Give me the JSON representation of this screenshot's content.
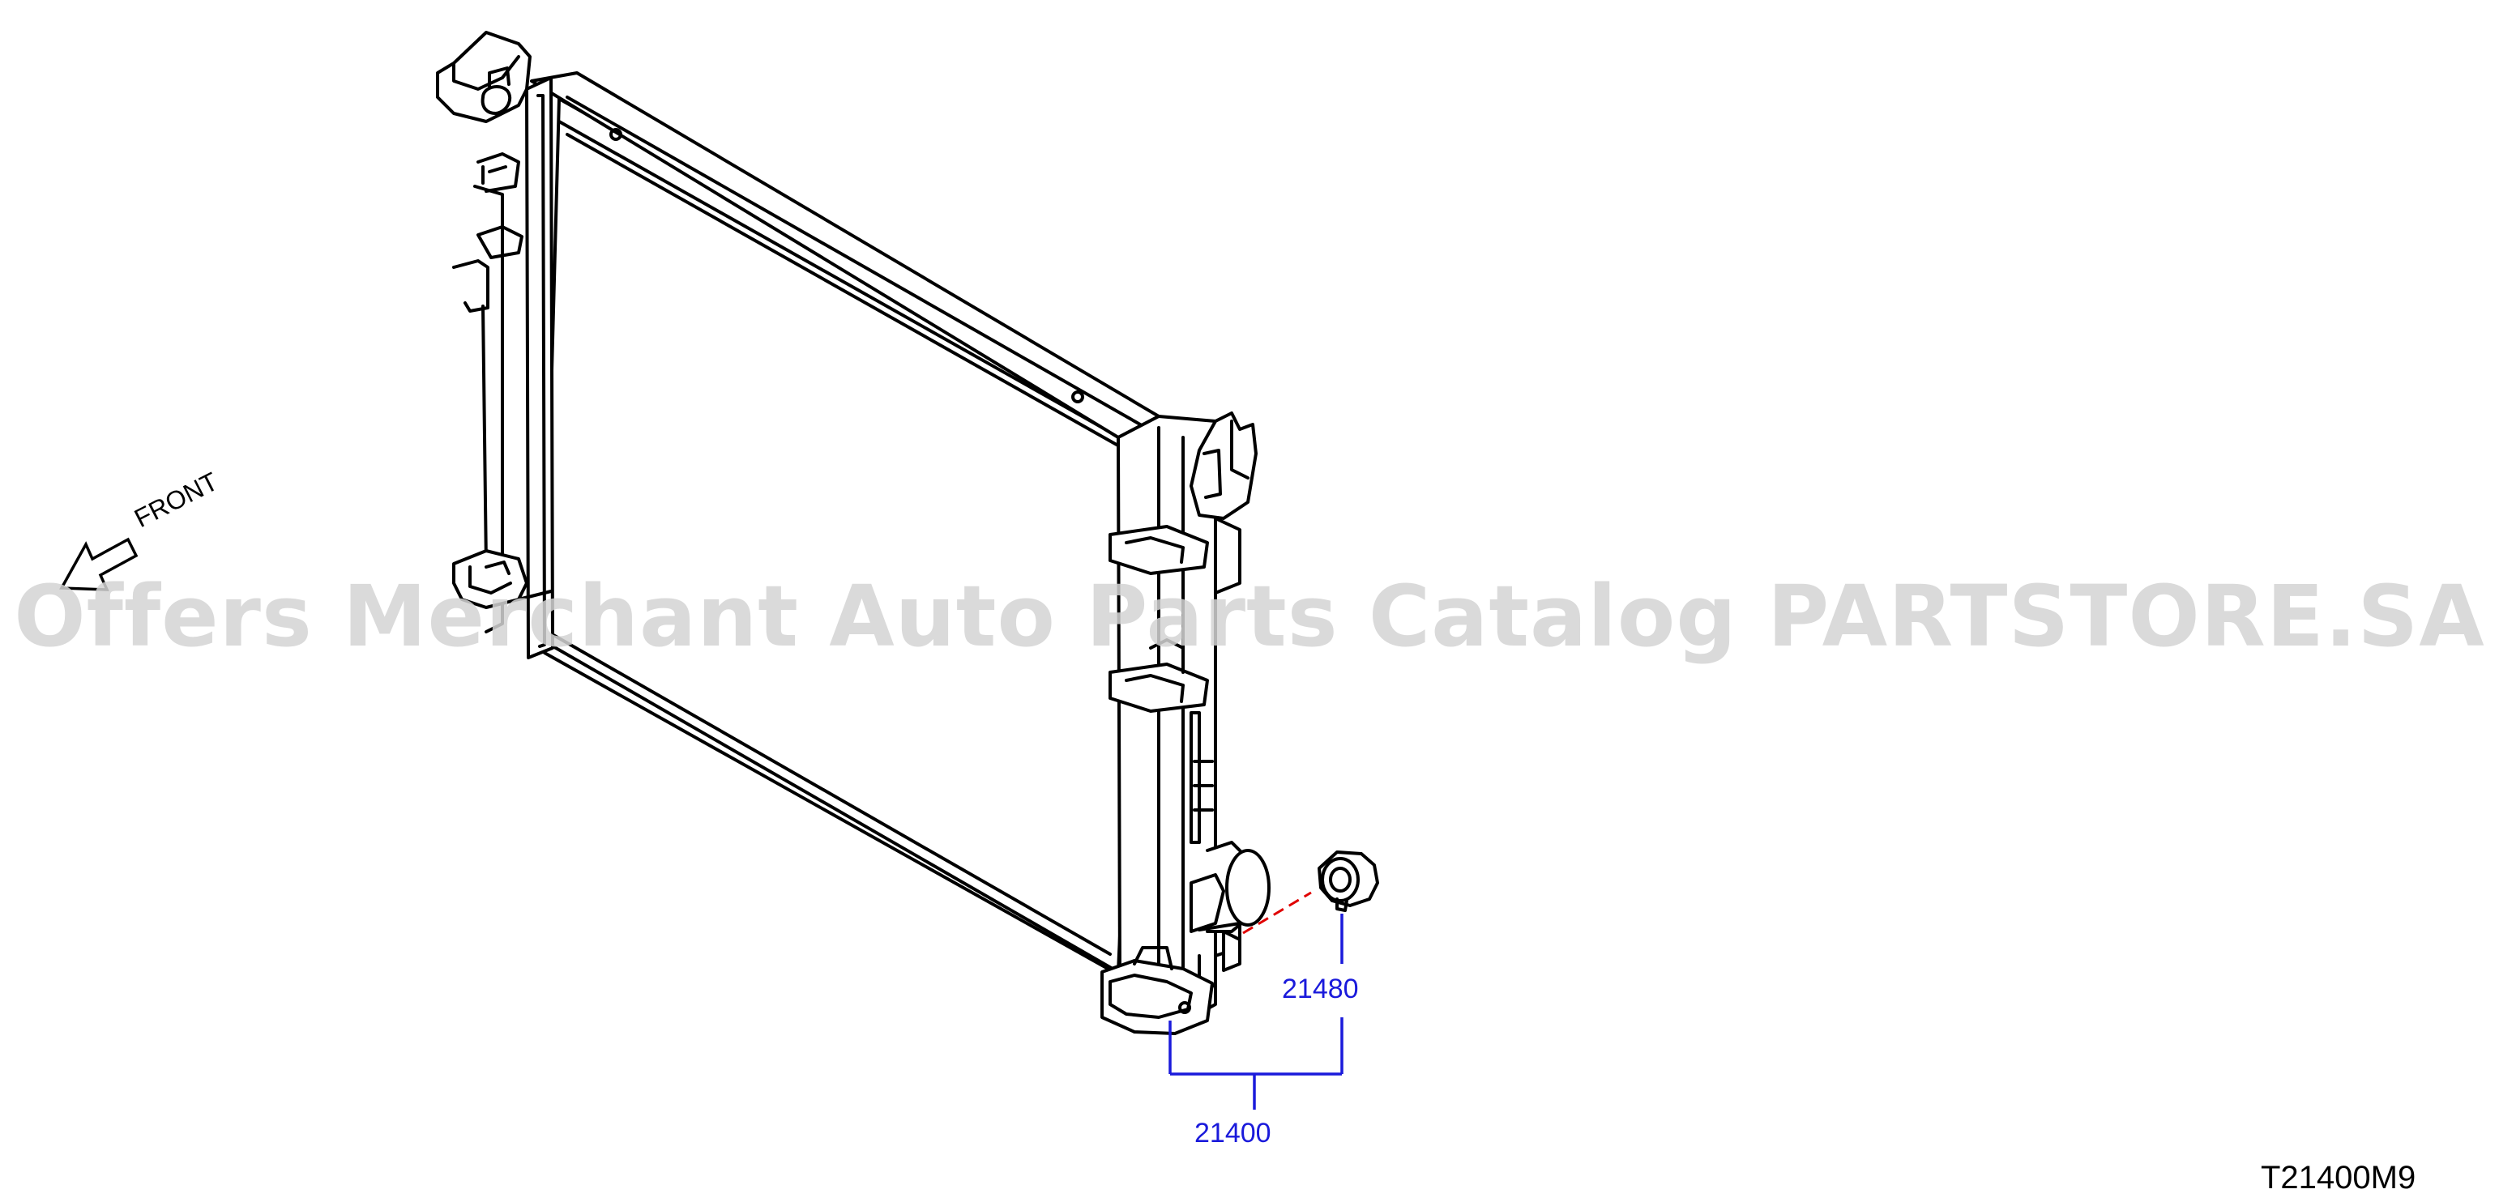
{
  "diagram": {
    "orientation_label": "FRONT",
    "watermark": "Offers Merchant Auto Parts Catalog PARTSTORE.SA",
    "diagram_id": "T21400M9",
    "callouts": [
      {
        "part_number": "21480"
      },
      {
        "part_number": "21400"
      }
    ],
    "colors": {
      "line_art": "#000000",
      "callout": "#1a1adb",
      "leader_dashed": "#e00000",
      "watermark": "#d4d4d4"
    }
  }
}
